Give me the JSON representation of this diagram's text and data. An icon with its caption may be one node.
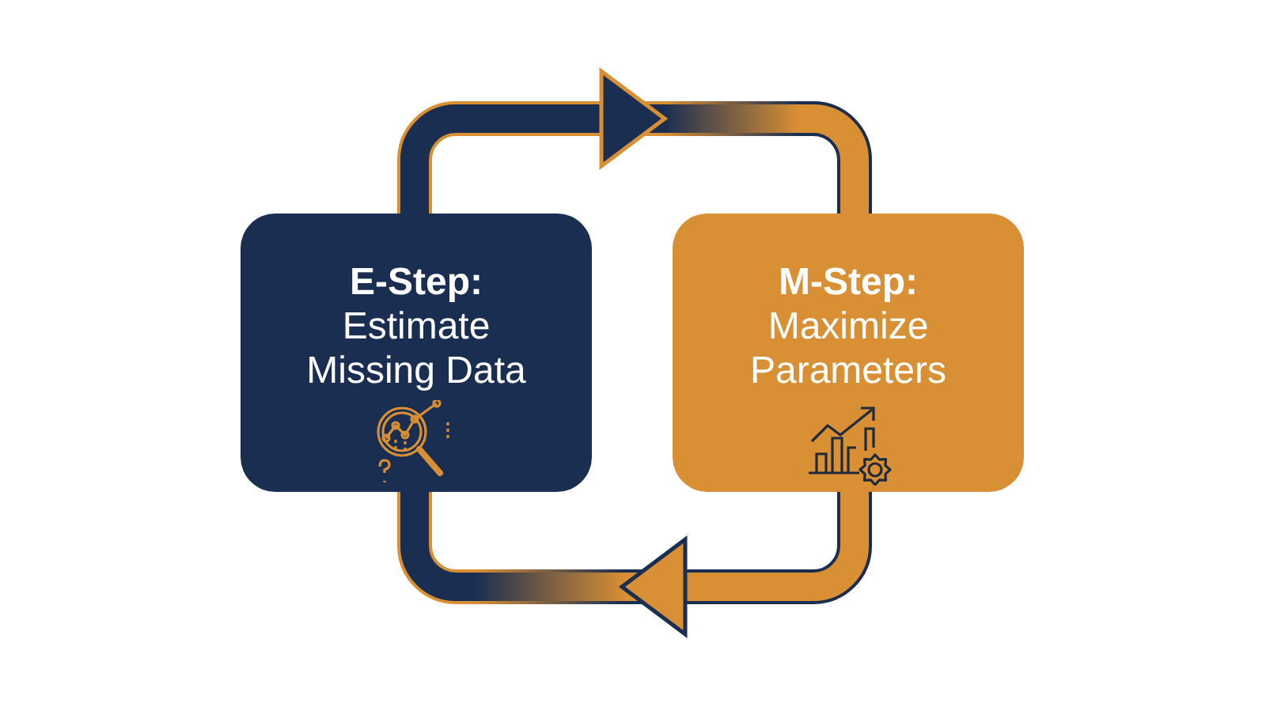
{
  "diagram": {
    "nodes": [
      {
        "text": [
          "E-Step:",
          "Estimate Missing Data"
        ]
      },
      {
        "text": [
          "M-Step:",
          "Maximize Parameters"
        ]
      }
    ],
    "edges": [
      {
        "from": 0,
        "to": 1,
        "arrow": "to"
      },
      {
        "from": 1,
        "to": 0,
        "arrow": "to"
      }
    ]
  }
}
